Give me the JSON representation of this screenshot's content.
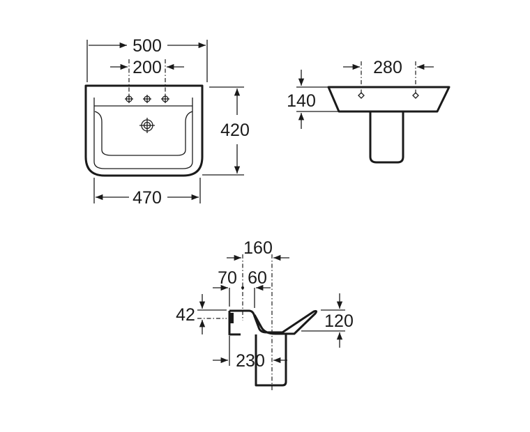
{
  "front_view": {
    "width_top": "500",
    "tap_spacing": "200",
    "depth": "420",
    "width_bottom": "470"
  },
  "rear_view": {
    "fixing_spacing": "280",
    "fixing_height": "140"
  },
  "side_view": {
    "waste_offset": "160",
    "rear_offset": "70",
    "tap_offset": "60",
    "rim_to_fixing": "42",
    "basin_height": "120",
    "pedestal_offset": "230"
  }
}
